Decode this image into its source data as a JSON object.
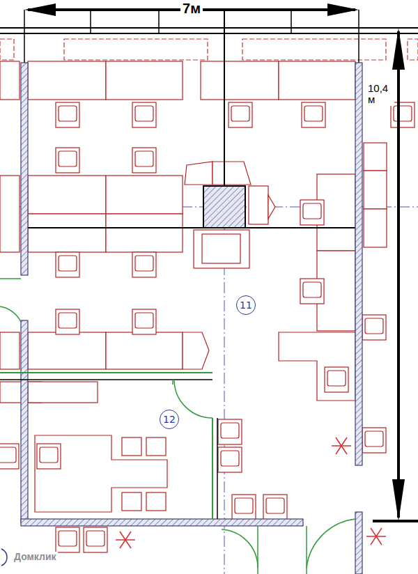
{
  "diagram": {
    "nodes": [
      {
        "text": [
          "11"
        ]
      },
      {
        "text": [
          "12"
        ]
      }
    ],
    "labels": [
      "7м",
      "10,4 м",
      "Домклик"
    ]
  }
}
